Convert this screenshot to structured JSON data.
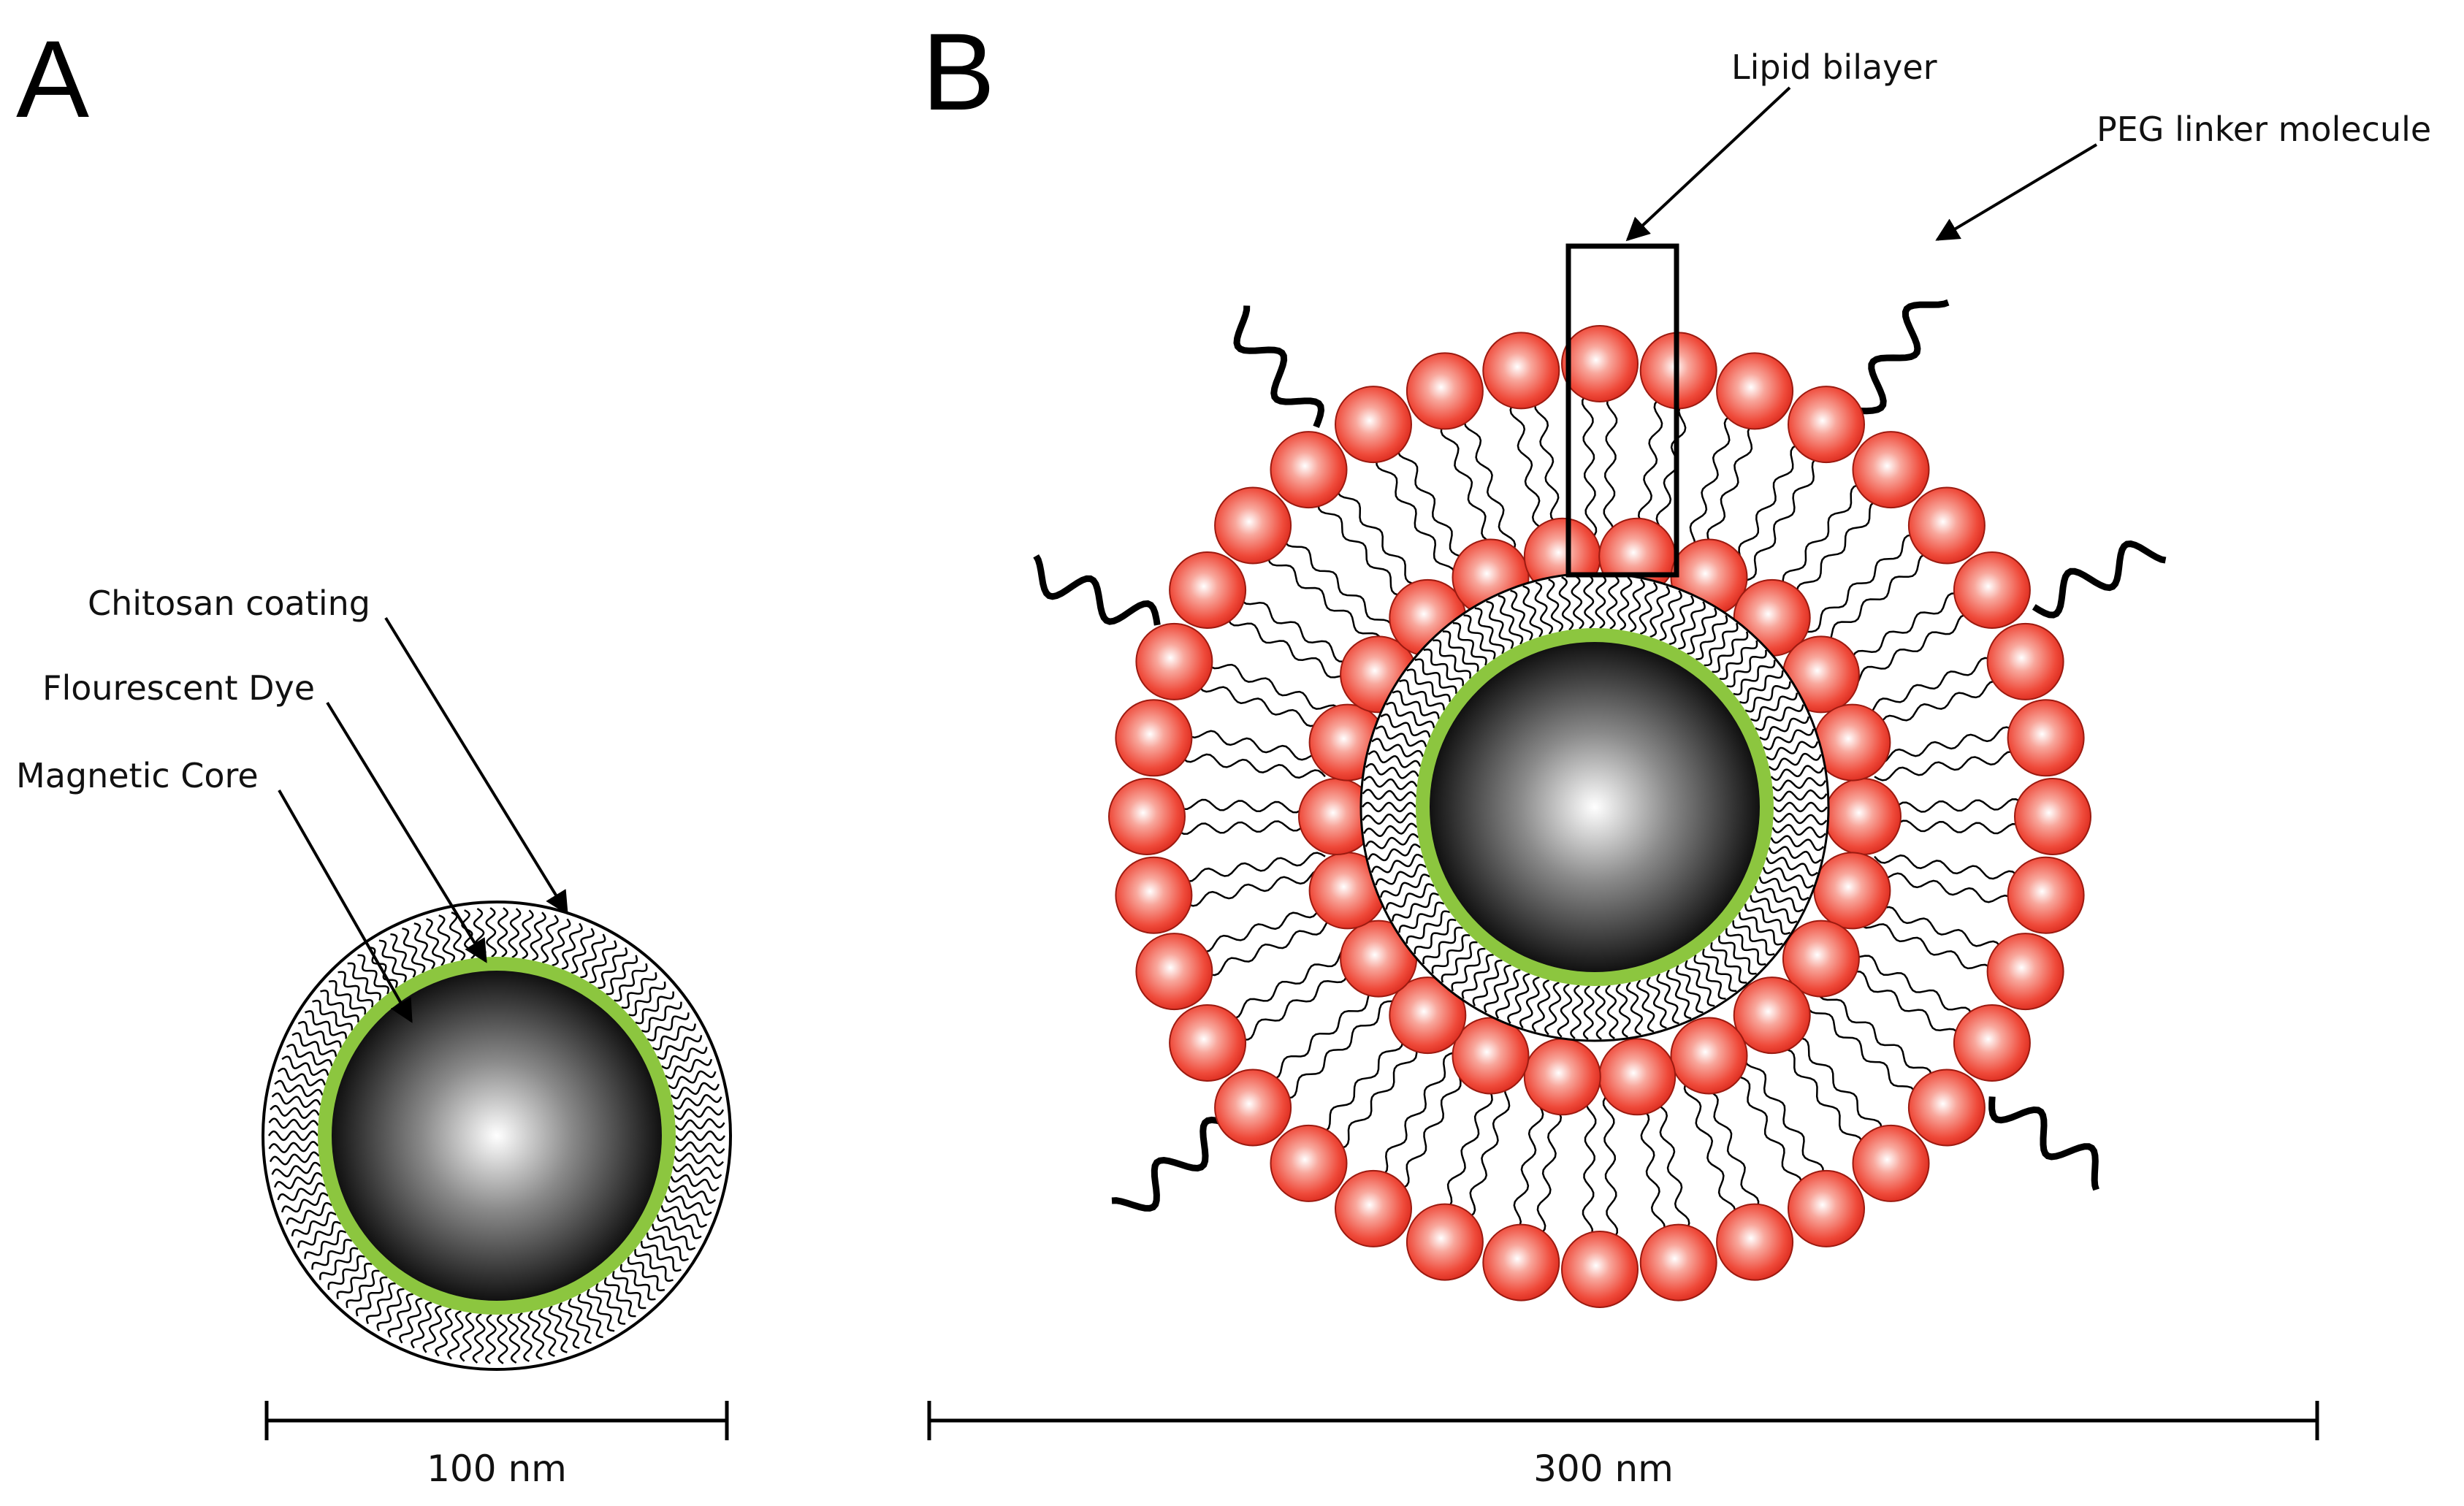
{
  "panel_a": {
    "letter": "A",
    "labels": {
      "coating": "Chitosan coating",
      "dye": "Flourescent Dye",
      "core": "Magnetic Core"
    },
    "scale": "100 nm"
  },
  "panel_b": {
    "letter": "B",
    "labels": {
      "bilayer": "Lipid bilayer",
      "peg": "PEG linker molecule"
    },
    "scale": "300 nm"
  },
  "colors": {
    "lipid_head": "#f04a3c",
    "dye_ring": "#8cc63f",
    "core_dark": "#111111",
    "core_light": "#ffffff"
  }
}
